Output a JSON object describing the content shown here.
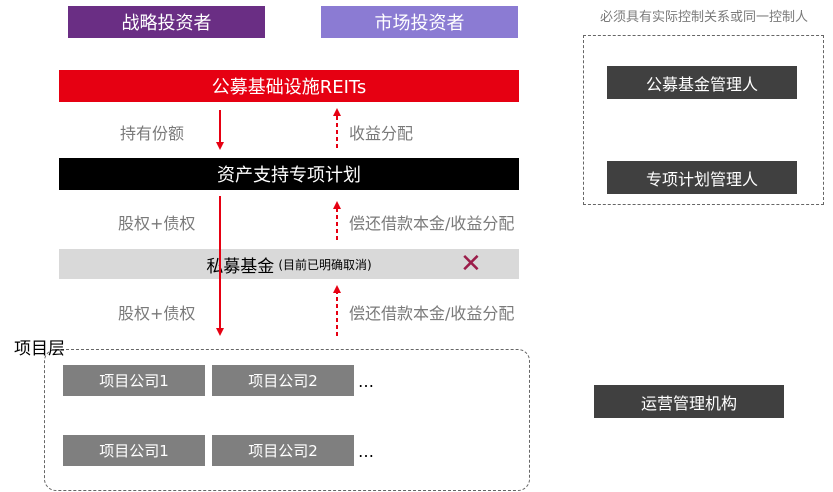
{
  "investors": {
    "strategic": "战略投资者",
    "market": "市场投资者"
  },
  "structure": {
    "reits": "公募基础设施REITs",
    "abs": "资产支持专项计划",
    "private_fund": "私募基金",
    "private_fund_note": "(目前已明确取消)",
    "cross_symbol": "✕"
  },
  "flows": {
    "hold_shares": "持有份额",
    "income_distribution_1": "收益分配",
    "equity_debt_1": "股权+债权",
    "repay_1": "偿还借款本金/收益分配",
    "equity_debt_2": "股权+债权",
    "repay_2": "偿还借款本金/收益分配"
  },
  "project_layer": {
    "label": "项目层",
    "rows": [
      {
        "companies": [
          "项目公司1",
          "项目公司2"
        ],
        "ellipsis": "…"
      },
      {
        "companies": [
          "项目公司1",
          "项目公司2"
        ],
        "ellipsis": "…"
      }
    ]
  },
  "right_panel": {
    "note": "必须具有实际控制关系或同一控制人",
    "fund_manager": "公募基金管理人",
    "plan_manager": "专项计划管理人",
    "operator": "运营管理机构"
  },
  "colors": {
    "strategic": "#6a2e84",
    "market": "#8b7bd3",
    "reits": "#e60012",
    "abs": "#000000",
    "arrow": "#e60012",
    "cross": "#9b1d4a"
  }
}
